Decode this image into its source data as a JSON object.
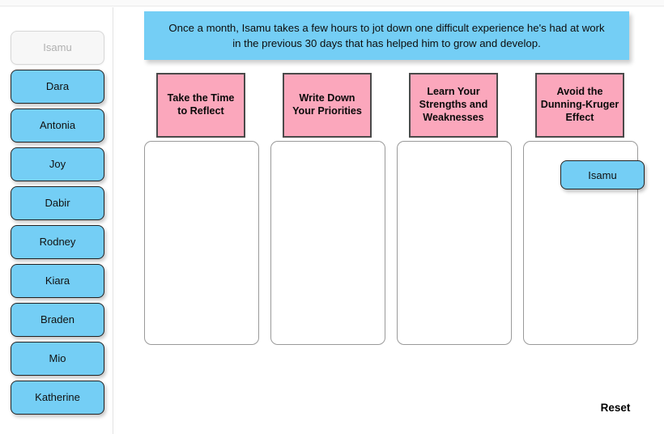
{
  "colors": {
    "chip_blue": "#74cef5",
    "header_pink": "#fba7bc",
    "banner_blue": "#74cef5",
    "chip_border": "#222222",
    "dropzone_border": "#9a9a9a"
  },
  "banner": {
    "text": "Once a month, Isamu takes a few hours to jot down one difficult experience he's had at work in the previous 30 days that has helped him to grow and develop."
  },
  "sidebar": {
    "items": [
      {
        "label": "Isamu",
        "state": "disabled"
      },
      {
        "label": "Dara",
        "state": "available"
      },
      {
        "label": "Antonia",
        "state": "available"
      },
      {
        "label": "Joy",
        "state": "available"
      },
      {
        "label": "Dabir",
        "state": "available"
      },
      {
        "label": "Rodney",
        "state": "available"
      },
      {
        "label": "Kiara",
        "state": "available"
      },
      {
        "label": "Braden",
        "state": "available"
      },
      {
        "label": "Mio",
        "state": "available"
      },
      {
        "label": "Katherine",
        "state": "available"
      }
    ]
  },
  "columns": [
    {
      "header": "Take the Time to Reflect",
      "placed": []
    },
    {
      "header": "Write Down Your Priorities",
      "placed": []
    },
    {
      "header": "Learn Your Strengths and Weaknesses",
      "placed": []
    },
    {
      "header": "Avoid the Dunning-Kruger Effect",
      "placed": [
        "Isamu"
      ]
    }
  ],
  "footer": {
    "reset_label": "Reset"
  }
}
